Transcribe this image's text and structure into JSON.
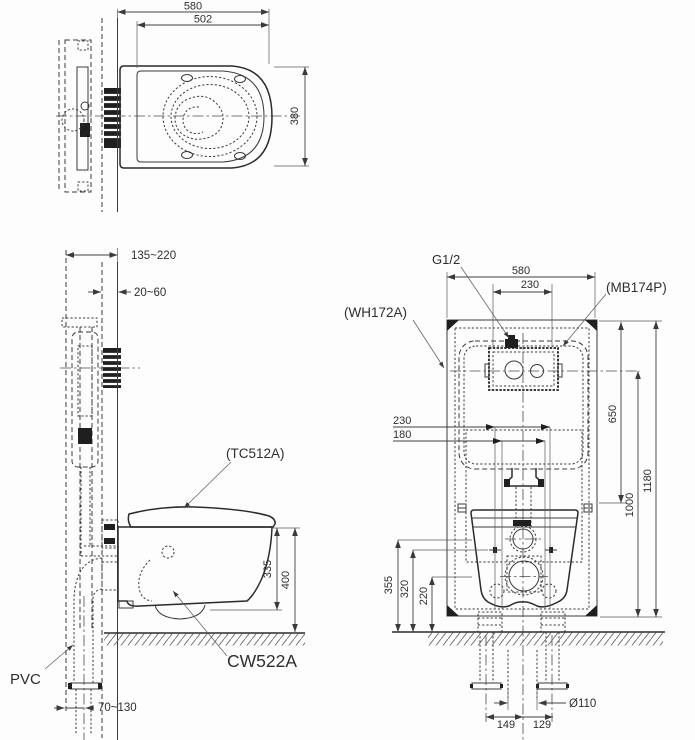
{
  "drawing": {
    "top_view": {
      "overall_depth": "580",
      "seat_depth": "502",
      "width": "380"
    },
    "side_view": {
      "frame_depth_range": "135~220",
      "wall_thickness_range": "20~60",
      "seat_model": "(TC512A)",
      "bowl_bottom_height": "335",
      "rim_height": "400",
      "drain_material": "PVC",
      "bowl_model": "CW522A",
      "drain_offset_range": "70~130"
    },
    "front_view": {
      "supply_thread": "G1/2",
      "frame_width": "580",
      "plate_width": "230",
      "plate_model": "(MB174P)",
      "frame_model": "(WH172A)",
      "holes_width": "230",
      "bolts_width": "180",
      "tank_height": "650",
      "frame_height": "1180",
      "plate_center_height": "1000",
      "supply_height": "355",
      "bolt_height": "320",
      "drain_height": "220",
      "drain_diameter": "Ø110",
      "left_pipe_offset": "149",
      "right_pipe_offset": "129"
    }
  }
}
